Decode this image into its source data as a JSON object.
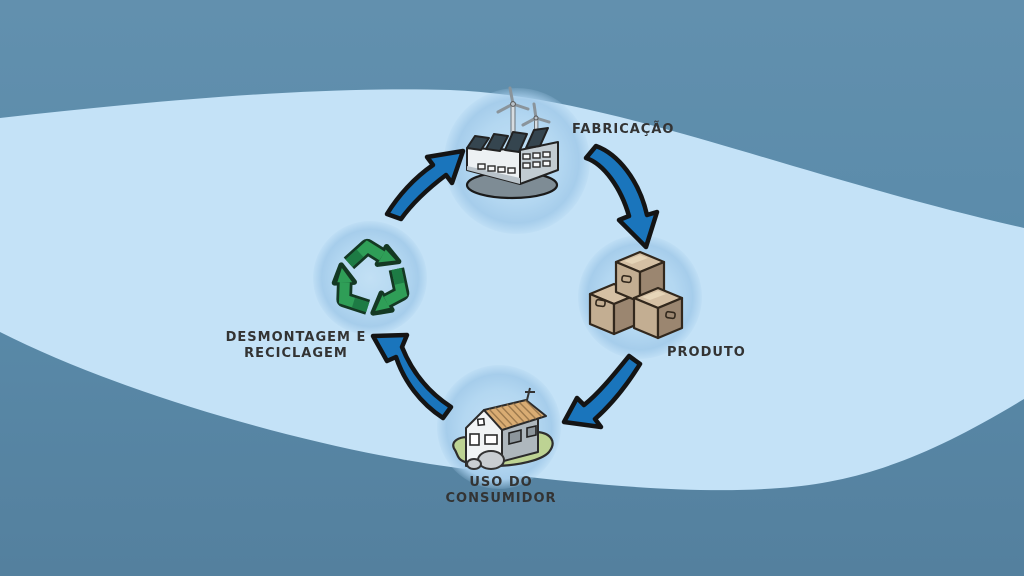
{
  "diagram": {
    "title_hint": "circular lifecycle diagram",
    "labels": {
      "manufacturing": "FABRICAÇÃO",
      "product": "PRODUTO",
      "consumer_line1": "USO DO",
      "consumer_line2": "CONSUMIDOR",
      "recycling_line1": "DESMONTAGEM E",
      "recycling_line2": "RECICLAGEM"
    },
    "nodes": [
      {
        "id": "fabricacao",
        "icon": "factory-icon",
        "label": "FABRICAÇÃO"
      },
      {
        "id": "produto",
        "icon": "boxes-icon",
        "label": "PRODUTO"
      },
      {
        "id": "uso-do-consumidor",
        "icon": "house-icon",
        "label": "USO DO CONSUMIDOR"
      },
      {
        "id": "desmontagem-e-reciclagem",
        "icon": "recycle-icon",
        "label": "DESMONTAGEM E RECICLAGEM"
      }
    ],
    "flow": [
      "FABRICAÇÃO",
      "PRODUTO",
      "USO DO CONSUMIDOR",
      "DESMONTAGEM E RECICLAGEM"
    ]
  },
  "colors": {
    "background": "#5a8baa",
    "background_top": "#6290ae",
    "background_bottom": "#54809e",
    "wave": "#c4e2f7",
    "halo": "#a9cfec",
    "arrow_blue": "#1a75bc",
    "outline": "#141414",
    "recycle_green": "#2f9e57",
    "recycle_green_dark": "#1d7b44",
    "recycle_outline": "#143823",
    "box_tan": "#c3ae92",
    "box_tan_dark": "#9b8670",
    "box_tan_light": "#d5c0a4",
    "roof_tan": "#d9ac73",
    "grass_green": "#bdd393",
    "factory_gray": "#c2ccd2",
    "factory_white": "#edf1f3",
    "factory_dark": "#35454f",
    "text": "#333333"
  }
}
